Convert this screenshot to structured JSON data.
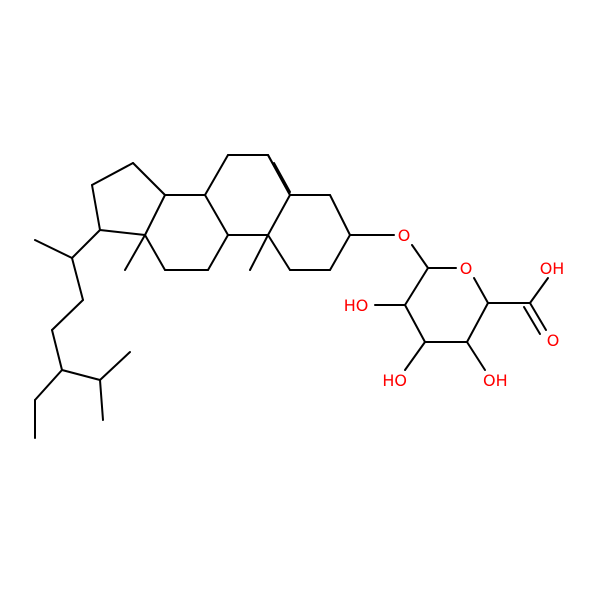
{
  "colors": {
    "background": "#ffffff",
    "carbon_bond": "#000000",
    "oxygen": "#ff0000"
  },
  "atom_labels": {
    "glycosidic_o": "O",
    "ring_o": "O",
    "oh_c2": "HO",
    "oh_c3": "HO",
    "oh_c4": "OH",
    "carboxyl_oh": "OH",
    "carboxyl_o": "O"
  }
}
